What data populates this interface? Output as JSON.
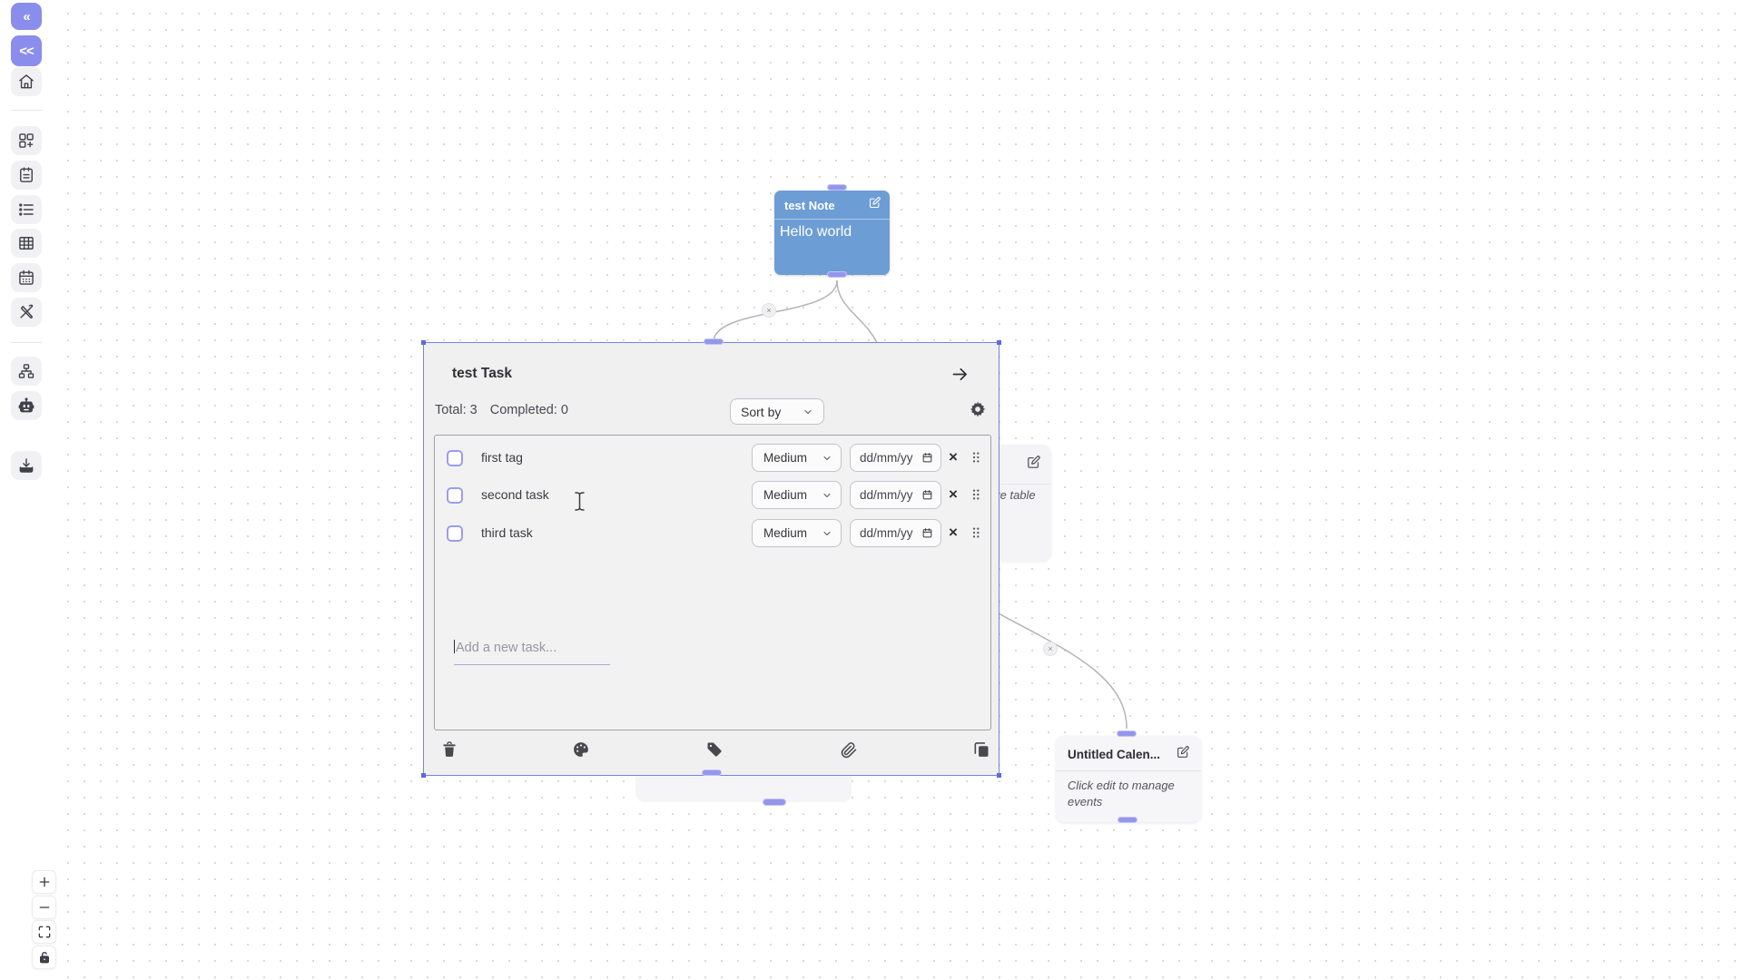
{
  "colors": {
    "accent_purple": "#8b8dec",
    "handle_purple": "#9496ea",
    "note_blue": "#6d9dd5",
    "panel_selection_border": "#7584dc",
    "edge_gray": "#b3b3bb"
  },
  "sidebar": {
    "collapse_top_label": "«",
    "collapse_bottom_label": "<<",
    "nav_icons": [
      "home-icon",
      "add-shapes-icon",
      "notepad-icon",
      "list-icon",
      "table-icon",
      "calendar-icon",
      "design-tools-icon",
      "flowchart-icon",
      "robot-icon",
      "download-icon"
    ]
  },
  "zoom_controls": {
    "icons": [
      "zoom-in-icon",
      "zoom-out-icon",
      "fit-view-icon",
      "lock-icon"
    ]
  },
  "canvas": {
    "note_card": {
      "title": "test Note",
      "body": "Hello world"
    },
    "task_panel": {
      "title": "test Task",
      "total_label": "Total: 3",
      "completed_label": "Completed: 0",
      "sort_by_label": "Sort by",
      "tasks": [
        {
          "name": "first tag",
          "priority": "Medium",
          "due_placeholder": "dd/mm/yy",
          "delete_glyph": "×"
        },
        {
          "name": "second task",
          "priority": "Medium",
          "due_placeholder": "dd/mm/yy",
          "delete_glyph": "×"
        },
        {
          "name": "third task",
          "priority": "Medium",
          "due_placeholder": "dd/mm/yy",
          "delete_glyph": "×"
        }
      ],
      "add_task_placeholder": "Add a new task...",
      "toolbar_icons": [
        "trash-icon",
        "palette-icon",
        "tag-icon",
        "paperclip-icon",
        "copy-icon"
      ]
    },
    "edges": {
      "delete_glyph": "×"
    },
    "table_card": {
      "visible_text": "te table"
    },
    "calendar_card": {
      "title": "Untitled Calen...",
      "body": "Click edit to manage events"
    }
  }
}
